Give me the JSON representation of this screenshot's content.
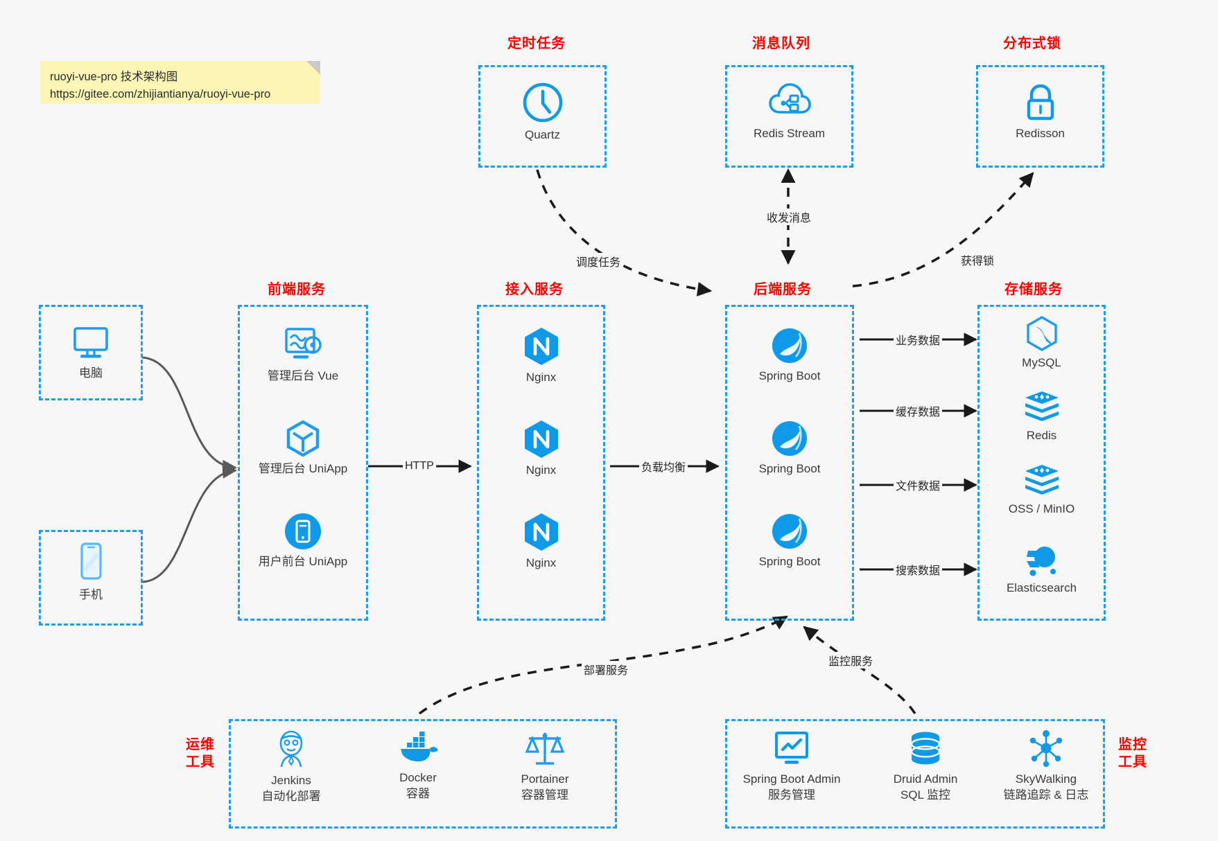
{
  "note": {
    "line1": "ruoyi-vue-pro 技术架构图",
    "line2": "https://gitee.com/zhijiantianya/ruoyi-vue-pro"
  },
  "colors": {
    "accent_blue": "#1f9bf0",
    "icon_blue": "#0e9ae8",
    "title_red": "#ff0000",
    "background": "#f7f7f7",
    "note_yellow": "#fdf5b5",
    "arrow_gray": "#595959",
    "arrow_black": "#1a1a1a"
  },
  "groups": {
    "scheduler": {
      "title": "定时任务"
    },
    "mq": {
      "title": "消息队列"
    },
    "lock": {
      "title": "分布式锁"
    },
    "frontend": {
      "title": "前端服务"
    },
    "gateway": {
      "title": "接入服务"
    },
    "backend": {
      "title": "后端服务"
    },
    "storage": {
      "title": "存储服务"
    },
    "devops": {
      "title": "运维\n工具",
      "title_line1": "运维",
      "title_line2": "工具"
    },
    "monitor": {
      "title": "监控\n工具",
      "title_line1": "监控",
      "title_line2": "工具"
    }
  },
  "nodes": {
    "client": [
      {
        "icon": "monitor-icon",
        "label": "电脑"
      },
      {
        "icon": "phone-icon",
        "label": "手机"
      }
    ],
    "scheduler": [
      {
        "icon": "clock-icon",
        "label": "Quartz"
      }
    ],
    "mq": [
      {
        "icon": "cloud-stream-icon",
        "label": "Redis Stream"
      }
    ],
    "lock": [
      {
        "icon": "lock-icon",
        "label": "Redisson"
      }
    ],
    "frontend": [
      {
        "icon": "dashboard-vue-icon",
        "label": "管理后台 Vue"
      },
      {
        "icon": "uniapp-cube-icon",
        "label": "管理后台 UniApp"
      },
      {
        "icon": "mobile-app-icon",
        "label": "用户前台 UniApp"
      }
    ],
    "gateway": [
      {
        "icon": "nginx-icon",
        "label": "Nginx"
      },
      {
        "icon": "nginx-icon",
        "label": "Nginx"
      },
      {
        "icon": "nginx-icon",
        "label": "Nginx"
      }
    ],
    "backend": [
      {
        "icon": "spring-boot-icon",
        "label": "Spring Boot"
      },
      {
        "icon": "spring-boot-icon",
        "label": "Spring Boot"
      },
      {
        "icon": "spring-boot-icon",
        "label": "Spring Boot"
      }
    ],
    "storage": [
      {
        "icon": "mysql-icon",
        "label": "MySQL"
      },
      {
        "icon": "redis-icon",
        "label": "Redis"
      },
      {
        "icon": "oss-icon",
        "label": "OSS / MinIO"
      },
      {
        "icon": "elasticsearch-icon",
        "label": "Elasticsearch"
      }
    ],
    "devops": [
      {
        "icon": "jenkins-icon",
        "label": "Jenkins",
        "sublabel": "自动化部署"
      },
      {
        "icon": "docker-icon",
        "label": "Docker",
        "sublabel": "容器"
      },
      {
        "icon": "portainer-icon",
        "label": "Portainer",
        "sublabel": "容器管理"
      }
    ],
    "monitor": [
      {
        "icon": "spring-boot-admin-icon",
        "label": "Spring Boot Admin",
        "sublabel": "服务管理"
      },
      {
        "icon": "druid-db-icon",
        "label": "Druid Admin",
        "sublabel": "SQL 监控"
      },
      {
        "icon": "skywalking-icon",
        "label": "SkyWalking",
        "sublabel": "链路追踪 & 日志"
      }
    ]
  },
  "edges": {
    "http": "HTTP",
    "load_balance": "负载均衡",
    "schedule_task": "调度任务",
    "send_receive_msg": "收发消息",
    "acquire_lock": "获得锁",
    "business_data": "业务数据",
    "cache_data": "缓存数据",
    "file_data": "文件数据",
    "search_data": "搜索数据",
    "deploy_service": "部署服务",
    "monitor_service": "监控服务"
  }
}
